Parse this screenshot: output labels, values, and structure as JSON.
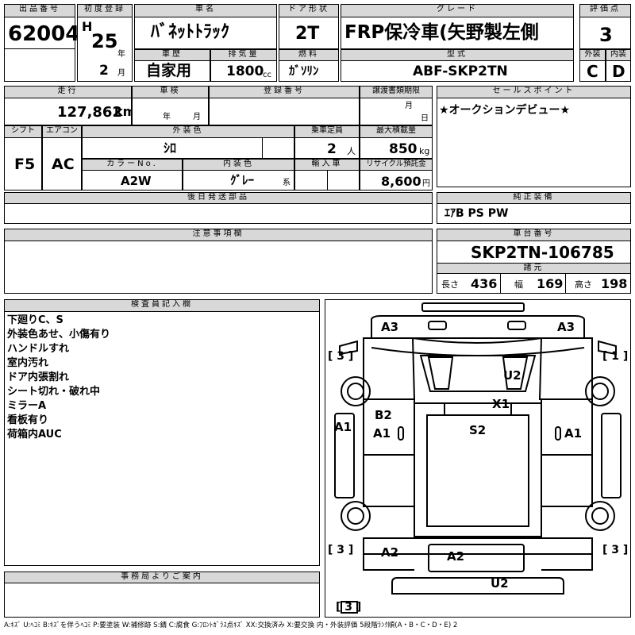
{
  "labels": {
    "lot_no": "出品番号",
    "first_reg": "初度登録",
    "car_name": "車名",
    "door_type": "ドア形状",
    "grade": "グレード",
    "score": "評価点",
    "history": "車歴",
    "displacement": "排気量",
    "fuel": "燃料",
    "model": "型式",
    "exterior": "外装",
    "interior": "内装",
    "mileage": "走行",
    "inspection": "車検",
    "plate": "登録番号",
    "transfer_deadline": "譲渡書類期限",
    "sales_point": "セールスポイント",
    "shift": "シフト",
    "aircon": "エアコン",
    "exterior_color": "外装色",
    "capacity": "乗車定員",
    "max_load": "最大積載量",
    "color_no": "カラーNo.",
    "interior_color": "内装色",
    "import": "輸入車",
    "recycle": "リサイクル預託金",
    "later_parts": "後日発送部品",
    "genuine_equipment": "純正装備",
    "notes": "注意事項欄",
    "chassis_no": "車台番号",
    "specs": "諸元",
    "inspector_notes": "検査員記入欄",
    "office_info": "事務局よりご案内"
  },
  "units": {
    "year": "年",
    "month": "月",
    "cc": "cc",
    "km": "km",
    "persons": "人",
    "kg": "kg",
    "yen": "円",
    "series": "系",
    "era": "H",
    "length": "長さ",
    "width": "幅",
    "height": "高さ"
  },
  "vehicle": {
    "lot_no": "62004",
    "reg_year": "25",
    "reg_month": "2",
    "name": "ﾊﾞﾈｯﾄﾄﾗｯｸ",
    "door": "2T",
    "grade": "FRP保冷車(矢野製左側",
    "score": "3",
    "history": "自家用",
    "displacement": "1800",
    "fuel": "ｶﾞｿﾘﾝ",
    "model": "ABF-SKP2TN",
    "exterior_score": "C",
    "interior_score": "D",
    "mileage": "127,862",
    "sales_point": "★オークションデビュー★",
    "shift": "F5",
    "aircon": "AC",
    "exterior_color": "ｼﾛ",
    "capacity": "2",
    "max_load": "850",
    "color_no": "A2W",
    "interior_color": "ｸﾞﾚｰ",
    "recycle": "8,600",
    "genuine_equipment": "ｴｱB PS PW",
    "chassis_no": "SKP2TN-106785",
    "length": "436",
    "width": "169",
    "height": "198"
  },
  "inspector_notes": [
    "下廻りC、S",
    "外装色あせ、小傷有り",
    "ハンドルすれ",
    "室内汚れ",
    "ドア内張割れ",
    "シート切れ・破れ中",
    "ミラーA",
    "看板有り",
    "荷箱内AUC"
  ],
  "diagram": {
    "marks": [
      "A3",
      "A3",
      "U2",
      "X1",
      "B2",
      "A1",
      "S2",
      "A1",
      "A1",
      "A2",
      "A2",
      "U2"
    ],
    "tires": [
      "[ 3 ]",
      "[ 1 ]",
      "[ 3 ]",
      "[ 3 ]",
      "[ 3 ]"
    ]
  },
  "legend": "A:ｷｽﾞ U:ﾍｺﾐ B:ｷｽﾞを伴うﾍｺﾐ P:要塗装 W:補修跡 S:錆 C:腐食 G:ﾌﾛﾝﾄｶﾞﾗｽ点ｷｽﾞ XX:交換済み X:要交換 内・外装評価 5段階ﾗﾝｸ順(A・B・C・D・E) 2"
}
